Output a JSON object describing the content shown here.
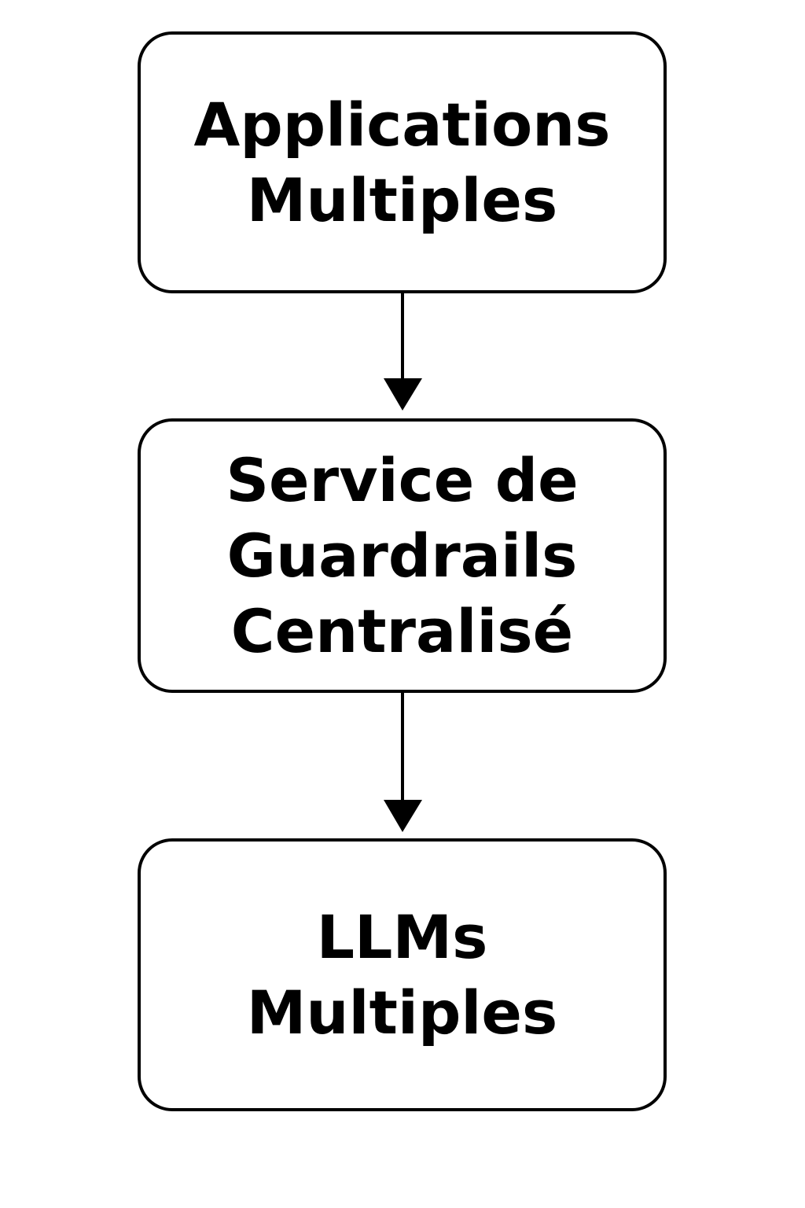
{
  "diagram": {
    "nodes": [
      {
        "id": "applications",
        "lines": [
          "Applications",
          "Multiples"
        ]
      },
      {
        "id": "guardrails-service",
        "lines": [
          "Service de",
          "Guardrails",
          "Centralisé"
        ]
      },
      {
        "id": "llms",
        "lines": [
          "LLMs",
          "Multiples"
        ]
      }
    ],
    "edges": [
      {
        "from": "applications",
        "to": "guardrails-service"
      },
      {
        "from": "guardrails-service",
        "to": "llms"
      }
    ],
    "colors": {
      "stroke": "#000000",
      "fill": "#ffffff",
      "text": "#000000"
    }
  }
}
